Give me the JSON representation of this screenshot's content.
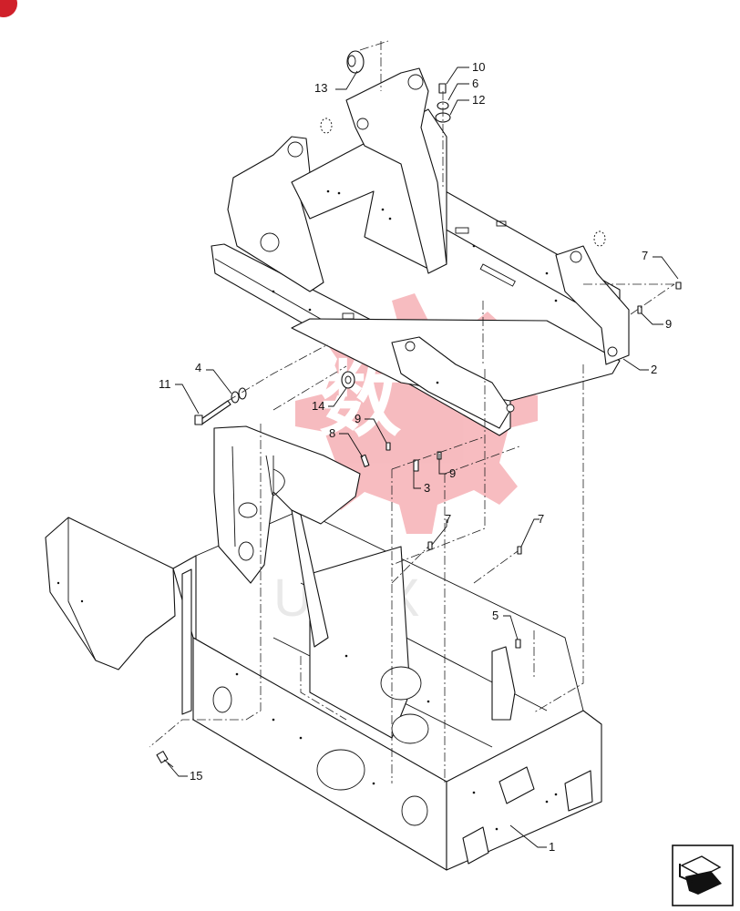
{
  "diagram": {
    "watermark": "UTEX",
    "callouts": {
      "c1": "1",
      "c2": "2",
      "c3": "3",
      "c4": "4",
      "c5": "5",
      "c6": "6",
      "c7a": "7",
      "c7b": "7",
      "c7c": "7",
      "c8": "8",
      "c9a": "9",
      "c9b": "9",
      "c9c": "9",
      "c10": "10",
      "c11": "11",
      "c12": "12",
      "c13": "13",
      "c14": "14",
      "c15": "15"
    }
  },
  "colors": {
    "line": "#111111",
    "watermark_red": "#e8404a",
    "corner_badge": "#d0202a"
  },
  "icons": [
    "corner-badge-icon",
    "navigation-arrow-icon"
  ]
}
